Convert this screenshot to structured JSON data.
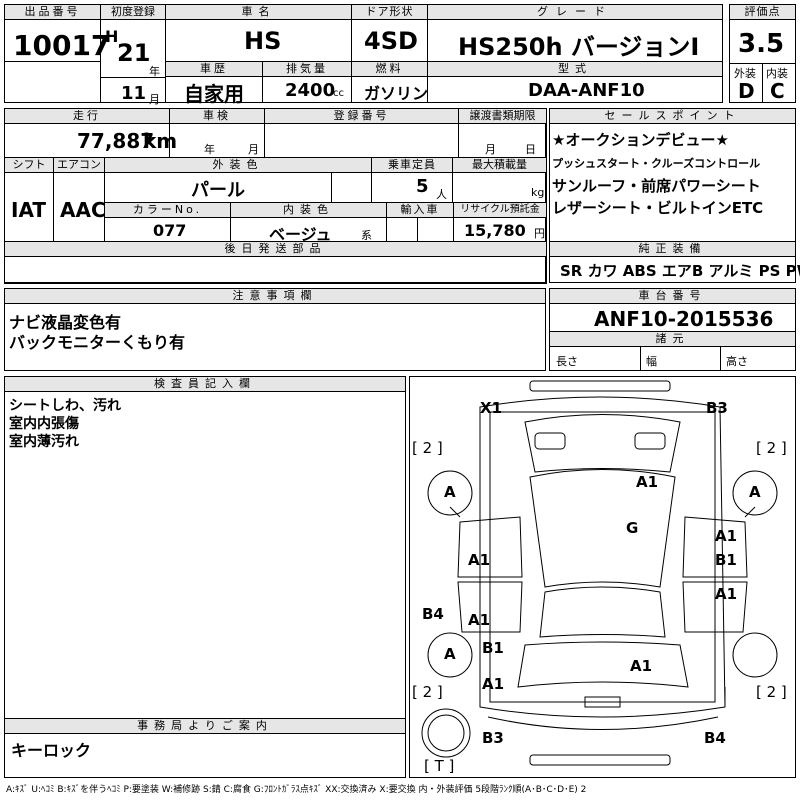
{
  "header": {
    "lot_label": "出品番号",
    "lot_value": "10017",
    "first_reg_label": "初度登録",
    "era": "H",
    "first_reg_year": "21",
    "year_suffix": "年",
    "first_reg_month": "11",
    "month_suffix": "月",
    "car_name_label": "車名",
    "car_name": "HS",
    "door_label": "ドア形状",
    "door_value": "4SD",
    "grade_label": "グレード",
    "grade_value": "HS250h バージョンI",
    "score_label": "評価点",
    "score_value": "3.5",
    "history_label": "車歴",
    "history_value": "自家用",
    "displacement_label": "排気量",
    "displacement_value": "2400",
    "displacement_unit": "cc",
    "fuel_label": "燃料",
    "fuel_value": "ガソリン",
    "model_label": "型式",
    "model_value": "DAA-ANF10",
    "exterior_label": "外装",
    "exterior_value": "D",
    "interior_label": "内装",
    "interior_value": "C"
  },
  "row2": {
    "mileage_label": "走行",
    "mileage_value": "77,887",
    "mileage_unit": "km",
    "inspection_label": "車検",
    "year_suffix": "年",
    "month_suffix": "月",
    "reg_no_label": "登録番号",
    "transfer_label": "譲渡書類期限",
    "transfer_month": "月",
    "transfer_day": "日",
    "shift_label": "シフト",
    "shift_value": "IAT",
    "aircon_label": "エアコン",
    "aircon_value": "AAC",
    "color_label": "外装色",
    "color_value": "パール",
    "capacity_label": "乗車定員",
    "capacity_value": "5",
    "capacity_unit": "人",
    "max_load_label": "最大積載量",
    "max_load_unit": "kg",
    "color_no_label": "カラーNo.",
    "color_no_value": "077",
    "int_color_label": "内装色",
    "int_color_value": "ベージュ",
    "int_color_suffix": "系",
    "import_label": "輸入車",
    "recycle_label": "リサイクル預託金",
    "recycle_value": "15,780",
    "recycle_unit": "円",
    "later_parts_label": "後日発送部品"
  },
  "sales_points": {
    "title": "セールスポイント",
    "lines": [
      "★オークションデビュー★",
      "プッシュスタート・クルーズコントロール",
      "サンルーフ・前席パワーシート",
      "レザーシート・ビルトインETC"
    ]
  },
  "equipment": {
    "title": "純正装備",
    "value": "SR カワ ABS エアB アルミ PS PW"
  },
  "notes": {
    "title": "注意事項欄",
    "lines": [
      "ナビ液晶変色有",
      "バックモニターくもり有"
    ]
  },
  "chassis": {
    "title": "車台番号",
    "value": "ANF10-2015536",
    "specs_title": "諸元",
    "length_label": "長さ",
    "width_label": "幅",
    "height_label": "高さ"
  },
  "inspector": {
    "title": "検査員記入欄",
    "lines": [
      "シートしわ、汚れ",
      "室内内張傷",
      "室内薄汚れ"
    ]
  },
  "office": {
    "title": "事務局よりご案内",
    "value": "キーロック"
  },
  "diagram": {
    "marks": {
      "x1": "X1",
      "b3_tr": "B3",
      "tire_tl": "[ 2 ]",
      "tire_tr": "[ 2 ]",
      "wheel_fl": "A",
      "wheel_fr": "A",
      "a1_hood": "A1",
      "g_wind": "G",
      "a1_ldoor": "A1",
      "a1_rdoor": "A1",
      "b1_rdoor": "B1",
      "a1_rrdoor": "A1",
      "b4_l": "B4",
      "a1_lrdoor": "A1",
      "wheel_rl": "A",
      "b1_rl": "B1",
      "a1_roof": "A1",
      "a1_lq": "A1",
      "tire_bl": "[ 2 ]",
      "tire_br": "[ 2 ]",
      "b3_bl": "B3",
      "b4_br": "B4",
      "spare": "[ T ]"
    }
  },
  "legend": "A:ｷｽﾞ U:ﾍｺﾐ B:ｷｽﾞを伴うﾍｺﾐ P:要塗装 W:補修跡 S:錆 C:腐食 G:ﾌﾛﾝﾄｶﾞﾗｽ点ｷｽﾞ XX:交換済み X:要交換 内・外装評価 5段階ﾗﾝｸ順(A･B･C･D･E) 2"
}
